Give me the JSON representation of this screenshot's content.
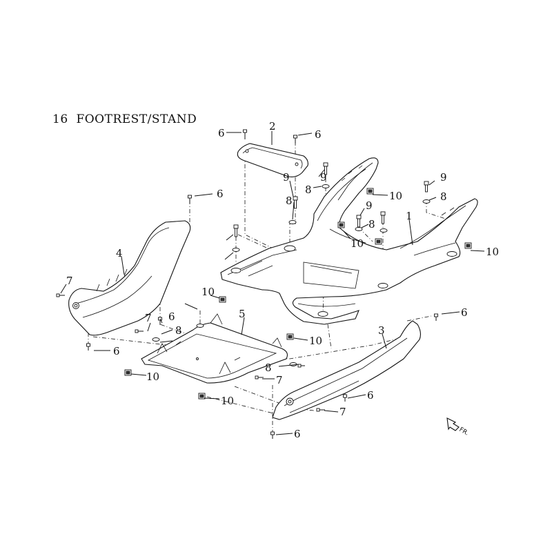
{
  "title": {
    "number": "16",
    "text": "FOOTREST/STAND"
  },
  "direction_label": "FR.",
  "callouts": [
    {
      "id": "c-6a",
      "label": "6"
    },
    {
      "id": "c-2",
      "label": "2"
    },
    {
      "id": "c-6b",
      "label": "6"
    },
    {
      "id": "c-9a",
      "label": "9"
    },
    {
      "id": "c-8a",
      "label": "8"
    },
    {
      "id": "c-6c",
      "label": "6"
    },
    {
      "id": "c-9b",
      "label": "9"
    },
    {
      "id": "c-10a",
      "label": "10"
    },
    {
      "id": "c-8b",
      "label": "8"
    },
    {
      "id": "c-9c",
      "label": "9"
    },
    {
      "id": "c-8c",
      "label": "8"
    },
    {
      "id": "c-10b",
      "label": "10"
    },
    {
      "id": "c-1",
      "label": "1"
    },
    {
      "id": "c-10c",
      "label": "10"
    },
    {
      "id": "c-9d",
      "label": "9"
    },
    {
      "id": "c-8d",
      "label": "8"
    },
    {
      "id": "c-4",
      "label": "4"
    },
    {
      "id": "c-7a",
      "label": "7"
    },
    {
      "id": "c-10d",
      "label": "10"
    },
    {
      "id": "c-7b",
      "label": "7"
    },
    {
      "id": "c-6d",
      "label": "6"
    },
    {
      "id": "c-8e",
      "label": "8"
    },
    {
      "id": "c-5",
      "label": "5"
    },
    {
      "id": "c-6e",
      "label": "6"
    },
    {
      "id": "c-3",
      "label": "3"
    },
    {
      "id": "c-10e",
      "label": "10"
    },
    {
      "id": "c-6f",
      "label": "6"
    },
    {
      "id": "c-10f",
      "label": "10"
    },
    {
      "id": "c-8f",
      "label": "8"
    },
    {
      "id": "c-7c",
      "label": "7"
    },
    {
      "id": "c-10g",
      "label": "10"
    },
    {
      "id": "c-6g",
      "label": "6"
    },
    {
      "id": "c-7d",
      "label": "7"
    },
    {
      "id": "c-6h",
      "label": "6"
    }
  ]
}
